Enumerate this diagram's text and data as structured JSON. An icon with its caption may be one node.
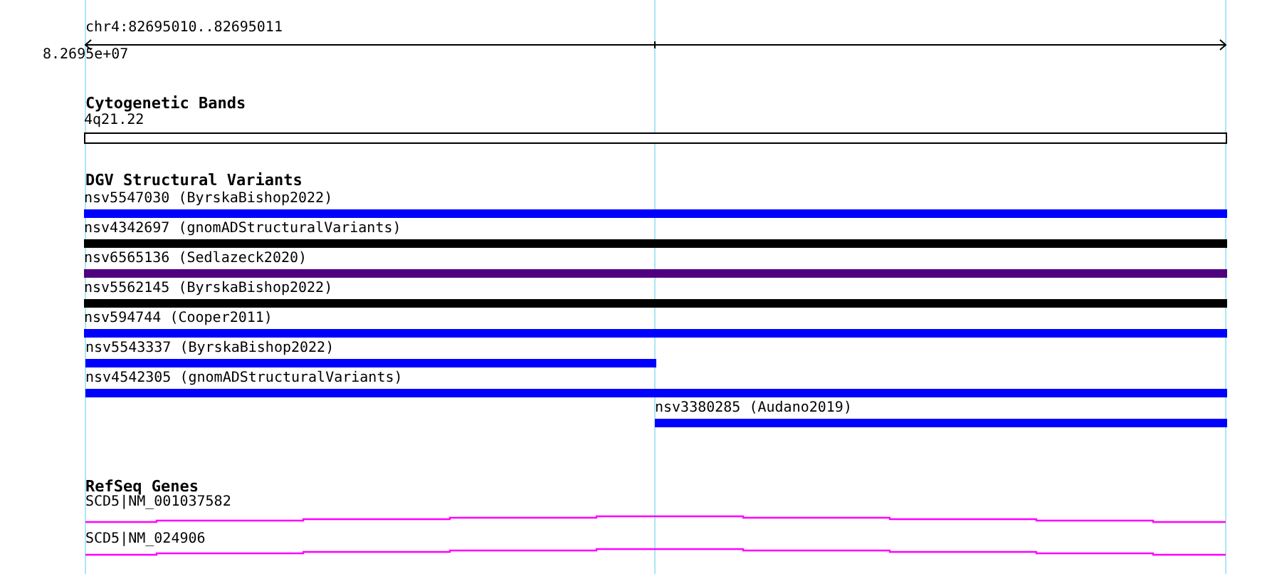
{
  "diagram": {
    "nodes": [
      {
        "text": [
          "4q21.22"
        ]
      },
      {
        "text": [
          "nsv5547030 (ByrskaBishop2022)"
        ]
      },
      {
        "text": [
          "nsv4342697 (gnomADStructuralVariants)"
        ]
      },
      {
        "text": [
          "nsv6565136 (Sedlazeck2020)"
        ]
      },
      {
        "text": [
          "nsv5562145 (ByrskaBishop2022)"
        ]
      },
      {
        "text": [
          "nsv594744 (Cooper2011)"
        ]
      },
      {
        "text": [
          "nsv5543337 (ByrskaBishop2022)"
        ]
      },
      {
        "text": [
          "nsv4542305 (gnomADStructuralVariants)"
        ]
      },
      {
        "text": [
          "nsv3380285 (Audano2019)"
        ]
      },
      {
        "text": [
          "SCD5|NM_001037582"
        ]
      },
      {
        "text": [
          "SCD5|NM_024906"
        ]
      }
    ],
    "labels": [
      "chr4:82695010..82695011",
      "8.2695e+07",
      "Cytogenetic Bands",
      "DGV Structural Variants",
      "RefSeq Genes"
    ]
  }
}
